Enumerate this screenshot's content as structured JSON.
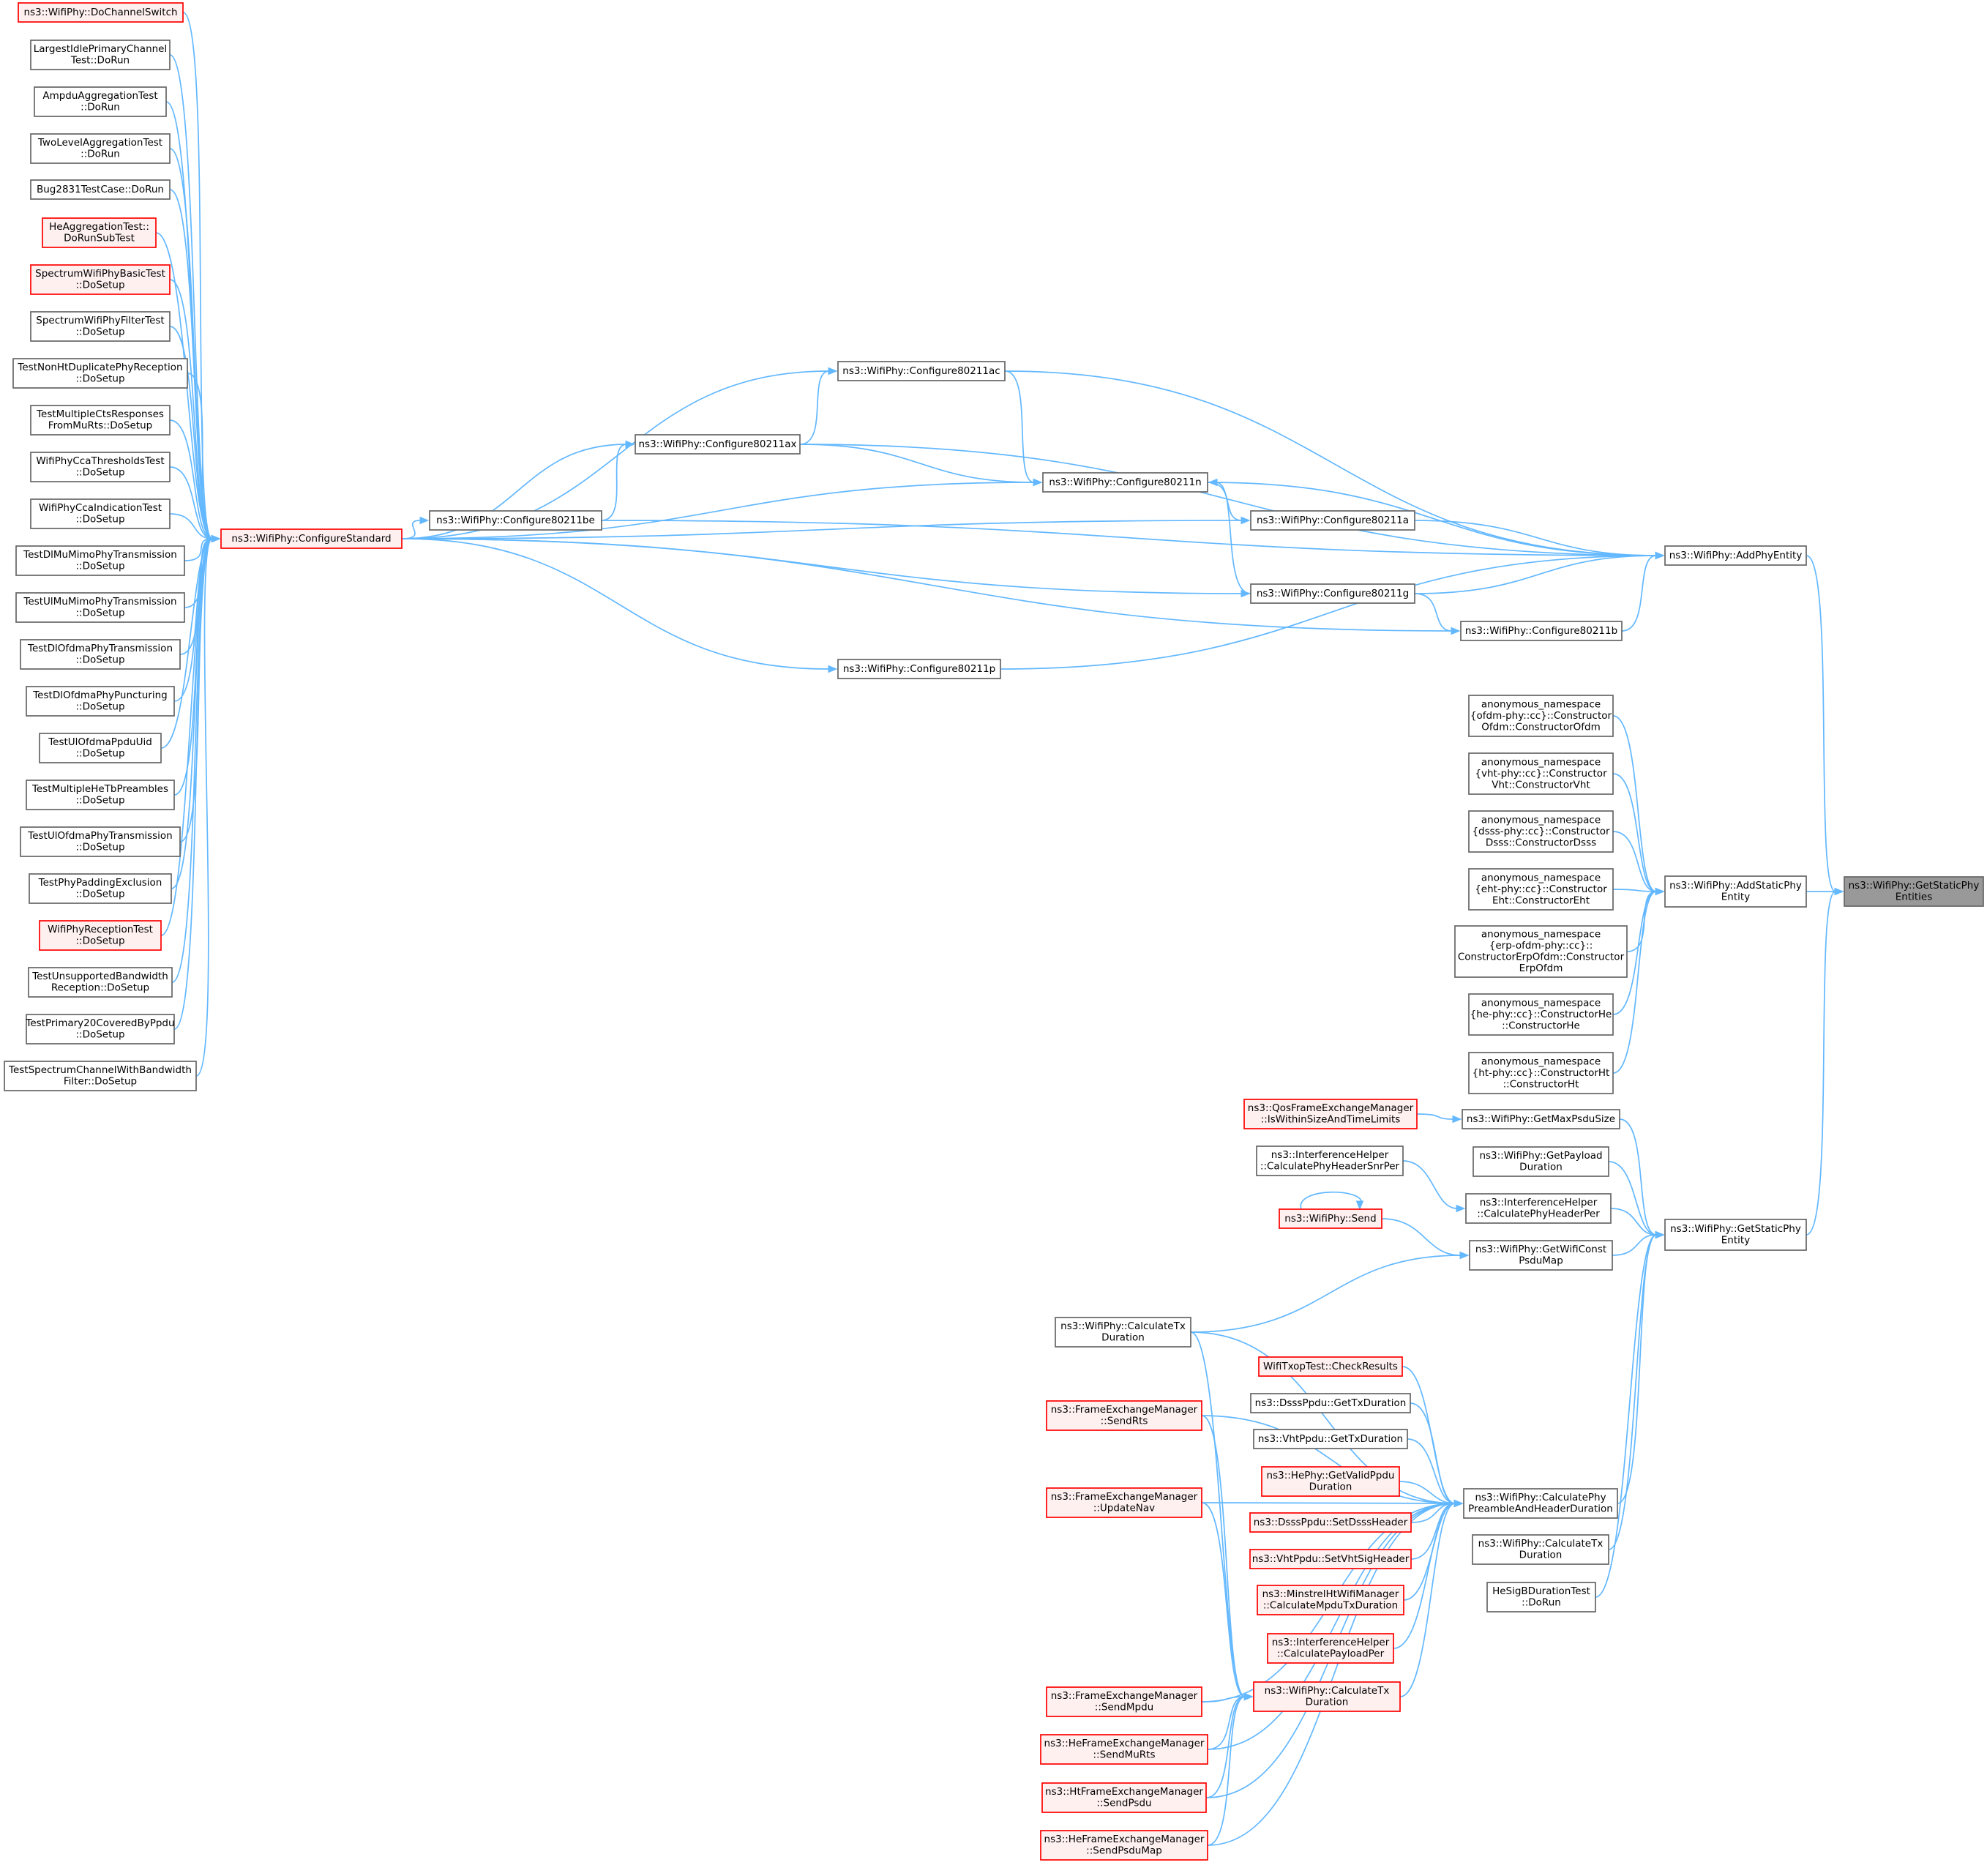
{
  "graph": {
    "nodes": [
      {
        "id": "getStaticPhyEntities",
        "lines": [
          "ns3::WifiPhy::GetStaticPhy",
          "Entities"
        ],
        "style": "focus"
      },
      {
        "id": "addStaticPhyEntity",
        "lines": [
          "ns3::WifiPhy::AddStaticPhy",
          "Entity"
        ],
        "style": "normal"
      },
      {
        "id": "getStaticPhyEntity",
        "lines": [
          "ns3::WifiPhy::GetStaticPhy",
          "Entity"
        ],
        "style": "normal"
      },
      {
        "id": "addPhyEntity",
        "lines": [
          "ns3::WifiPhy::AddPhyEntity"
        ],
        "style": "normal"
      },
      {
        "id": "configure80211ac",
        "lines": [
          "ns3::WifiPhy::Configure80211ac"
        ],
        "style": "normal"
      },
      {
        "id": "configure80211ax",
        "lines": [
          "ns3::WifiPhy::Configure80211ax"
        ],
        "style": "normal"
      },
      {
        "id": "configure80211n",
        "lines": [
          "ns3::WifiPhy::Configure80211n"
        ],
        "style": "normal"
      },
      {
        "id": "configure80211be",
        "lines": [
          "ns3::WifiPhy::Configure80211be"
        ],
        "style": "normal"
      },
      {
        "id": "configure80211a",
        "lines": [
          "ns3::WifiPhy::Configure80211a"
        ],
        "style": "normal"
      },
      {
        "id": "configure80211g",
        "lines": [
          "ns3::WifiPhy::Configure80211g"
        ],
        "style": "normal"
      },
      {
        "id": "configure80211b",
        "lines": [
          "ns3::WifiPhy::Configure80211b"
        ],
        "style": "normal"
      },
      {
        "id": "configure80211p",
        "lines": [
          "ns3::WifiPhy::Configure80211p"
        ],
        "style": "normal"
      },
      {
        "id": "configureStandard",
        "lines": [
          "ns3::WifiPhy::ConfigureStandard"
        ],
        "style": "red"
      },
      {
        "id": "doChannelSwitch",
        "lines": [
          "ns3::WifiPhy::DoChannelSwitch"
        ],
        "style": "red"
      },
      {
        "id": "largestIdle",
        "lines": [
          "LargestIdlePrimaryChannel",
          "Test::DoRun"
        ],
        "style": "normal"
      },
      {
        "id": "ampduAgg",
        "lines": [
          "AmpduAggregationTest",
          "::DoRun"
        ],
        "style": "normal"
      },
      {
        "id": "twoLevelAgg",
        "lines": [
          "TwoLevelAggregationTest",
          "::DoRun"
        ],
        "style": "normal"
      },
      {
        "id": "bug2831",
        "lines": [
          "Bug2831TestCase::DoRun"
        ],
        "style": "normal"
      },
      {
        "id": "heAgg",
        "lines": [
          "HeAggregationTest::",
          "DoRunSubTest"
        ],
        "style": "red"
      },
      {
        "id": "spectrumBasic",
        "lines": [
          "SpectrumWifiPhyBasicTest",
          "::DoSetup"
        ],
        "style": "red"
      },
      {
        "id": "spectrumFilter",
        "lines": [
          "SpectrumWifiPhyFilterTest",
          "::DoSetup"
        ],
        "style": "normal"
      },
      {
        "id": "testNonHt",
        "lines": [
          "TestNonHtDuplicatePhyReception",
          "::DoSetup"
        ],
        "style": "normal"
      },
      {
        "id": "testMultipleCts",
        "lines": [
          "TestMultipleCtsResponses",
          "FromMuRts::DoSetup"
        ],
        "style": "normal"
      },
      {
        "id": "ccaThresholds",
        "lines": [
          "WifiPhyCcaThresholdsTest",
          "::DoSetup"
        ],
        "style": "normal"
      },
      {
        "id": "ccaIndication",
        "lines": [
          "WifiPhyCcaIndicationTest",
          "::DoSetup"
        ],
        "style": "normal"
      },
      {
        "id": "dlMuMimo",
        "lines": [
          "TestDlMuMimoPhyTransmission",
          "::DoSetup"
        ],
        "style": "normal"
      },
      {
        "id": "ulMuMimo",
        "lines": [
          "TestUlMuMimoPhyTransmission",
          "::DoSetup"
        ],
        "style": "normal"
      },
      {
        "id": "dlOfdma",
        "lines": [
          "TestDlOfdmaPhyTransmission",
          "::DoSetup"
        ],
        "style": "normal"
      },
      {
        "id": "dlOfdmaPunct",
        "lines": [
          "TestDlOfdmaPhyPuncturing",
          "::DoSetup"
        ],
        "style": "normal"
      },
      {
        "id": "ulOfdmaUid",
        "lines": [
          "TestUlOfdmaPpduUid",
          "::DoSetup"
        ],
        "style": "normal"
      },
      {
        "id": "multipleHeTb",
        "lines": [
          "TestMultipleHeTbPreambles",
          "::DoSetup"
        ],
        "style": "normal"
      },
      {
        "id": "ulOfdmaTx",
        "lines": [
          "TestUlOfdmaPhyTransmission",
          "::DoSetup"
        ],
        "style": "normal"
      },
      {
        "id": "phyPadding",
        "lines": [
          "TestPhyPaddingExclusion",
          "::DoSetup"
        ],
        "style": "normal"
      },
      {
        "id": "phyReception",
        "lines": [
          "WifiPhyReceptionTest",
          "::DoSetup"
        ],
        "style": "red"
      },
      {
        "id": "unsupportedBw",
        "lines": [
          "TestUnsupportedBandwidth",
          "Reception::DoSetup"
        ],
        "style": "normal"
      },
      {
        "id": "primary20",
        "lines": [
          "TestPrimary20CoveredByPpdu",
          "::DoSetup"
        ],
        "style": "normal"
      },
      {
        "id": "spectrumChannel",
        "lines": [
          "TestSpectrumChannelWithBandwidth",
          "Filter::DoSetup"
        ],
        "style": "normal"
      },
      {
        "id": "ctorOfdm",
        "lines": [
          "anonymous_namespace",
          "{ofdm-phy::cc}::Constructor",
          "Ofdm::ConstructorOfdm"
        ],
        "style": "normal"
      },
      {
        "id": "ctorVht",
        "lines": [
          "anonymous_namespace",
          "{vht-phy::cc}::Constructor",
          "Vht::ConstructorVht"
        ],
        "style": "normal"
      },
      {
        "id": "ctorDsss",
        "lines": [
          "anonymous_namespace",
          "{dsss-phy::cc}::Constructor",
          "Dsss::ConstructorDsss"
        ],
        "style": "normal"
      },
      {
        "id": "ctorEht",
        "lines": [
          "anonymous_namespace",
          "{eht-phy::cc}::Constructor",
          "Eht::ConstructorEht"
        ],
        "style": "normal"
      },
      {
        "id": "ctorErp",
        "lines": [
          "anonymous_namespace",
          "{erp-ofdm-phy::cc}::",
          "ConstructorErpOfdm::Constructor",
          "ErpOfdm"
        ],
        "style": "normal"
      },
      {
        "id": "ctorHe",
        "lines": [
          "anonymous_namespace",
          "{he-phy::cc}::ConstructorHe",
          "::ConstructorHe"
        ],
        "style": "normal"
      },
      {
        "id": "ctorHt",
        "lines": [
          "anonymous_namespace",
          "{ht-phy::cc}::ConstructorHt",
          "::ConstructorHt"
        ],
        "style": "normal"
      },
      {
        "id": "getMaxPsduSize",
        "lines": [
          "ns3::WifiPhy::GetMaxPsduSize"
        ],
        "style": "normal"
      },
      {
        "id": "qosIsWithin",
        "lines": [
          "ns3::QosFrameExchangeManager",
          "::IsWithinSizeAndTimeLimits"
        ],
        "style": "red"
      },
      {
        "id": "getPayloadDuration",
        "lines": [
          "ns3::WifiPhy::GetPayload",
          "Duration"
        ],
        "style": "normal"
      },
      {
        "id": "calcPhyHeaderSnrPer",
        "lines": [
          "ns3::InterferenceHelper",
          "::CalculatePhyHeaderSnrPer"
        ],
        "style": "normal"
      },
      {
        "id": "calcPhyHeaderPer",
        "lines": [
          "ns3::InterferenceHelper",
          "::CalculatePhyHeaderPer"
        ],
        "style": "normal"
      },
      {
        "id": "send",
        "lines": [
          "ns3::WifiPhy::Send"
        ],
        "style": "red"
      },
      {
        "id": "getWifiConst",
        "lines": [
          "ns3::WifiPhy::GetWifiConst",
          "PsduMap"
        ],
        "style": "normal"
      },
      {
        "id": "calcTxDurA",
        "lines": [
          "ns3::WifiPhy::CalculateTx",
          "Duration"
        ],
        "style": "normal"
      },
      {
        "id": "sendRts",
        "lines": [
          "ns3::FrameExchangeManager",
          "::SendRts"
        ],
        "style": "red"
      },
      {
        "id": "updateNav",
        "lines": [
          "ns3::FrameExchangeManager",
          "::UpdateNav"
        ],
        "style": "red"
      },
      {
        "id": "txopCheck",
        "lines": [
          "WifiTxopTest::CheckResults"
        ],
        "style": "red"
      },
      {
        "id": "dsssGetTx",
        "lines": [
          "ns3::DsssPpdu::GetTxDuration"
        ],
        "style": "normal"
      },
      {
        "id": "vhtGetTx",
        "lines": [
          "ns3::VhtPpdu::GetTxDuration"
        ],
        "style": "normal"
      },
      {
        "id": "heValidPpdu",
        "lines": [
          "ns3::HePhy::GetValidPpdu",
          "Duration"
        ],
        "style": "red"
      },
      {
        "id": "dsssSetHeader",
        "lines": [
          "ns3::DsssPpdu::SetDsssHeader"
        ],
        "style": "red"
      },
      {
        "id": "vhtSetSig",
        "lines": [
          "ns3::VhtPpdu::SetVhtSigHeader"
        ],
        "style": "red"
      },
      {
        "id": "minstrel",
        "lines": [
          "ns3::MinstrelHtWifiManager",
          "::CalculateMpduTxDuration"
        ],
        "style": "red"
      },
      {
        "id": "calcPayloadPer",
        "lines": [
          "ns3::InterferenceHelper",
          "::CalculatePayloadPer"
        ],
        "style": "red"
      },
      {
        "id": "calcTxDurB",
        "lines": [
          "ns3::WifiPhy::CalculateTx",
          "Duration"
        ],
        "style": "red"
      },
      {
        "id": "sendMpdu",
        "lines": [
          "ns3::FrameExchangeManager",
          "::SendMpdu"
        ],
        "style": "red"
      },
      {
        "id": "sendMuRts",
        "lines": [
          "ns3::HeFrameExchangeManager",
          "::SendMuRts"
        ],
        "style": "red"
      },
      {
        "id": "sendPsdu",
        "lines": [
          "ns3::HtFrameExchangeManager",
          "::SendPsdu"
        ],
        "style": "red"
      },
      {
        "id": "sendPsduMap",
        "lines": [
          "ns3::HeFrameExchangeManager",
          "::SendPsduMap"
        ],
        "style": "red"
      },
      {
        "id": "calcPreamble",
        "lines": [
          "ns3::WifiPhy::CalculatePhy",
          "PreambleAndHeaderDuration"
        ],
        "style": "normal"
      },
      {
        "id": "calcTxDurC",
        "lines": [
          "ns3::WifiPhy::CalculateTx",
          "Duration"
        ],
        "style": "normal"
      },
      {
        "id": "heSigB",
        "lines": [
          "HeSigBDurationTest",
          "::DoRun"
        ],
        "style": "normal"
      }
    ],
    "edges": [
      [
        "addStaticPhyEntity",
        "getStaticPhyEntities"
      ],
      [
        "addPhyEntity",
        "getStaticPhyEntities"
      ],
      [
        "getStaticPhyEntity",
        "getStaticPhyEntities"
      ],
      [
        "configure80211ac",
        "addPhyEntity"
      ],
      [
        "configure80211ax",
        "addPhyEntity"
      ],
      [
        "configure80211n",
        "addPhyEntity"
      ],
      [
        "configure80211be",
        "addPhyEntity"
      ],
      [
        "configure80211a",
        "addPhyEntity"
      ],
      [
        "configure80211g",
        "addPhyEntity"
      ],
      [
        "configure80211b",
        "addPhyEntity"
      ],
      [
        "configure80211p",
        "addPhyEntity"
      ],
      [
        "configureStandard",
        "configure80211ac"
      ],
      [
        "configure80211ax",
        "configure80211ac"
      ],
      [
        "configureStandard",
        "configure80211ax"
      ],
      [
        "configure80211be",
        "configure80211ax"
      ],
      [
        "configure80211ac",
        "configure80211n"
      ],
      [
        "configure80211ax",
        "configure80211n"
      ],
      [
        "configureStandard",
        "configure80211n"
      ],
      [
        "configure80211g",
        "configure80211n"
      ],
      [
        "configureStandard",
        "configure80211be"
      ],
      [
        "configure80211n",
        "configure80211a"
      ],
      [
        "configureStandard",
        "configure80211a"
      ],
      [
        "configureStandard",
        "configure80211g"
      ],
      [
        "configureStandard",
        "configure80211b"
      ],
      [
        "configure80211g",
        "configure80211b"
      ],
      [
        "configureStandard",
        "configure80211p"
      ],
      [
        "doChannelSwitch",
        "configureStandard"
      ],
      [
        "largestIdle",
        "configureStandard"
      ],
      [
        "ampduAgg",
        "configureStandard"
      ],
      [
        "twoLevelAgg",
        "configureStandard"
      ],
      [
        "bug2831",
        "configureStandard"
      ],
      [
        "heAgg",
        "configureStandard"
      ],
      [
        "spectrumBasic",
        "configureStandard"
      ],
      [
        "spectrumFilter",
        "configureStandard"
      ],
      [
        "testNonHt",
        "configureStandard"
      ],
      [
        "testMultipleCts",
        "configureStandard"
      ],
      [
        "ccaThresholds",
        "configureStandard"
      ],
      [
        "ccaIndication",
        "configureStandard"
      ],
      [
        "dlMuMimo",
        "configureStandard"
      ],
      [
        "ulMuMimo",
        "configureStandard"
      ],
      [
        "dlOfdma",
        "configureStandard"
      ],
      [
        "dlOfdmaPunct",
        "configureStandard"
      ],
      [
        "ulOfdmaUid",
        "configureStandard"
      ],
      [
        "multipleHeTb",
        "configureStandard"
      ],
      [
        "ulOfdmaTx",
        "configureStandard"
      ],
      [
        "phyPadding",
        "configureStandard"
      ],
      [
        "phyReception",
        "configureStandard"
      ],
      [
        "unsupportedBw",
        "configureStandard"
      ],
      [
        "primary20",
        "configureStandard"
      ],
      [
        "spectrumChannel",
        "configureStandard"
      ],
      [
        "ctorOfdm",
        "addStaticPhyEntity"
      ],
      [
        "ctorVht",
        "addStaticPhyEntity"
      ],
      [
        "ctorDsss",
        "addStaticPhyEntity"
      ],
      [
        "ctorEht",
        "addStaticPhyEntity"
      ],
      [
        "ctorErp",
        "addStaticPhyEntity"
      ],
      [
        "ctorHe",
        "addStaticPhyEntity"
      ],
      [
        "ctorHt",
        "addStaticPhyEntity"
      ],
      [
        "getMaxPsduSize",
        "getStaticPhyEntity"
      ],
      [
        "getPayloadDuration",
        "getStaticPhyEntity"
      ],
      [
        "calcPhyHeaderPer",
        "getStaticPhyEntity"
      ],
      [
        "getWifiConst",
        "getStaticPhyEntity"
      ],
      [
        "calcPreamble",
        "getStaticPhyEntity"
      ],
      [
        "calcTxDurC",
        "getStaticPhyEntity"
      ],
      [
        "heSigB",
        "getStaticPhyEntity"
      ],
      [
        "qosIsWithin",
        "getMaxPsduSize"
      ],
      [
        "calcPhyHeaderSnrPer",
        "calcPhyHeaderPer"
      ],
      [
        "send",
        "getWifiConst"
      ],
      [
        "send",
        "send"
      ],
      [
        "calcTxDurA",
        "getWifiConst"
      ],
      [
        "txopCheck",
        "calcPreamble"
      ],
      [
        "dsssGetTx",
        "calcPreamble"
      ],
      [
        "vhtGetTx",
        "calcPreamble"
      ],
      [
        "heValidPpdu",
        "calcPreamble"
      ],
      [
        "dsssSetHeader",
        "calcPreamble"
      ],
      [
        "vhtSetSig",
        "calcPreamble"
      ],
      [
        "minstrel",
        "calcPreamble"
      ],
      [
        "calcPayloadPer",
        "calcPreamble"
      ],
      [
        "calcTxDurB",
        "calcPreamble"
      ],
      [
        "calcTxDurA",
        "calcPreamble"
      ],
      [
        "sendRts",
        "calcPreamble"
      ],
      [
        "updateNav",
        "calcPreamble"
      ],
      [
        "sendMpdu",
        "calcPreamble"
      ],
      [
        "sendMuRts",
        "calcPreamble"
      ],
      [
        "sendPsdu",
        "calcPreamble"
      ],
      [
        "sendPsduMap",
        "calcPreamble"
      ],
      [
        "calcTxDurA",
        "calcTxDurB"
      ],
      [
        "sendRts",
        "calcTxDurB"
      ],
      [
        "updateNav",
        "calcTxDurB"
      ],
      [
        "sendMpdu",
        "calcTxDurB"
      ],
      [
        "sendMuRts",
        "calcTxDurB"
      ],
      [
        "sendPsdu",
        "calcTxDurB"
      ],
      [
        "sendPsduMap",
        "calcTxDurB"
      ]
    ]
  }
}
